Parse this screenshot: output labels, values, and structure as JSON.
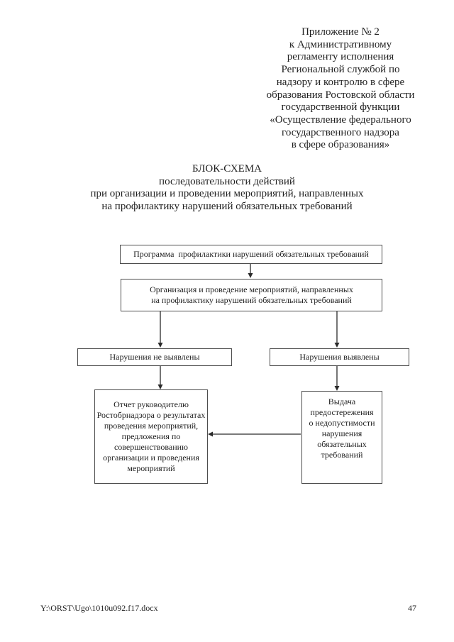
{
  "document": {
    "header_annotation": "Приложение № 2\nк Административному\nрегламенту исполнения\nРегиональной службой по\nнадзору и контролю в сфере\nобразования Ростовской области\nгосударственной функции\n«Осуществление федерального\nгосударственного надзора\nв сфере образования»",
    "title": "БЛОК-СХЕМА\nпоследовательности действий\nпри организации и проведении мероприятий, направленных\nна профилактику нарушений обязательных требований",
    "footer": {
      "file_path": "Y:\\ORST\\Ugo\\1010u092.f17.docx",
      "page_number": "47"
    }
  },
  "flowchart": {
    "boxes": {
      "program": "Программа  профилактики нарушений обязательных требований",
      "organization": "Организация и проведение мероприятий, направленных\nна профилактику нарушений обязательных требований",
      "no_violations": "Нарушения не выявлены",
      "violations_found": "Нарушения выявлены",
      "report": "Отчет руководителю\nРостобрнадзора о результатах\nпроведения мероприятий,\nпредложения по\nсовершенствованию\nорганизации и проведения\nмероприятий",
      "warning": "Выдача\nпредостережения\nо недопустимости\nнарушения\nобязательных\nтребований"
    }
  }
}
